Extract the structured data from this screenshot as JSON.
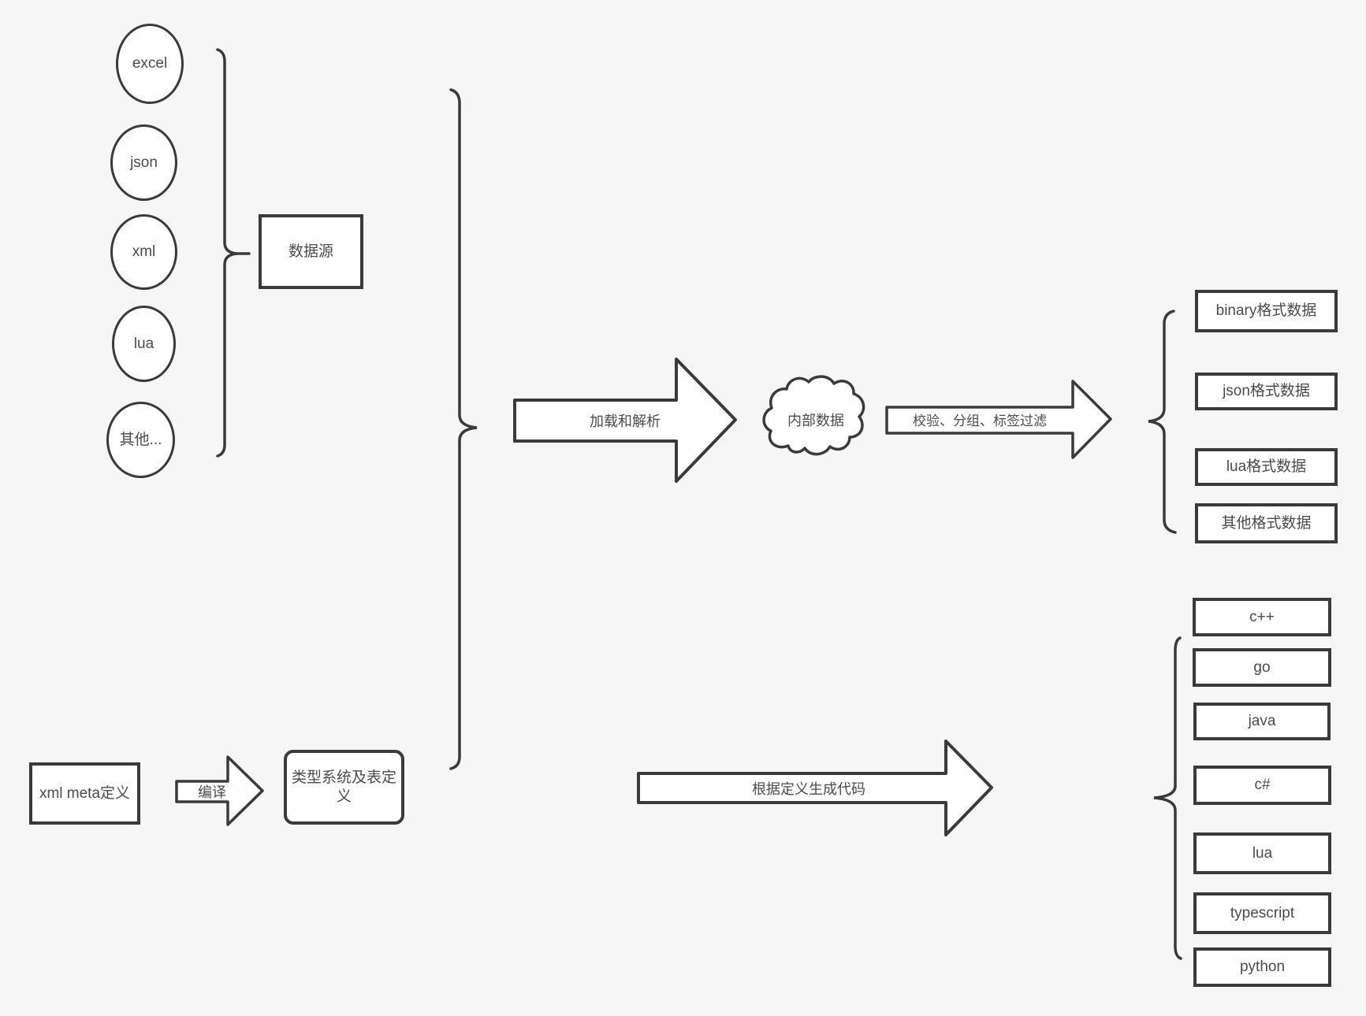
{
  "colors": {
    "background": "#f6f6f7",
    "shape_fill": "#ffffff",
    "stroke": "#3a3a3a",
    "text": "#4b4b4b"
  },
  "sources": {
    "group_label": "数据源",
    "items": [
      {
        "label": "excel"
      },
      {
        "label": "json"
      },
      {
        "label": "xml"
      },
      {
        "label": "lua"
      },
      {
        "label": "其他..."
      }
    ]
  },
  "pipeline": {
    "load_arrow_label": "加载和解析",
    "internal_data_label": "内部数据",
    "filter_arrow_label": "校验、分组、标签过滤"
  },
  "outputs": {
    "items": [
      {
        "label": "binary格式数据"
      },
      {
        "label": "json格式数据"
      },
      {
        "label": "lua格式数据"
      },
      {
        "label": "其他格式数据"
      }
    ]
  },
  "meta": {
    "xml_meta_label": "xml meta定义",
    "compile_arrow_label": "编译",
    "type_system_label": "类型系统及表定义",
    "codegen_arrow_label": "根据定义生成代码"
  },
  "languages": {
    "items": [
      {
        "label": "c++"
      },
      {
        "label": "go"
      },
      {
        "label": "java"
      },
      {
        "label": "c#"
      },
      {
        "label": "lua"
      },
      {
        "label": "typescript"
      },
      {
        "label": "python"
      }
    ]
  }
}
